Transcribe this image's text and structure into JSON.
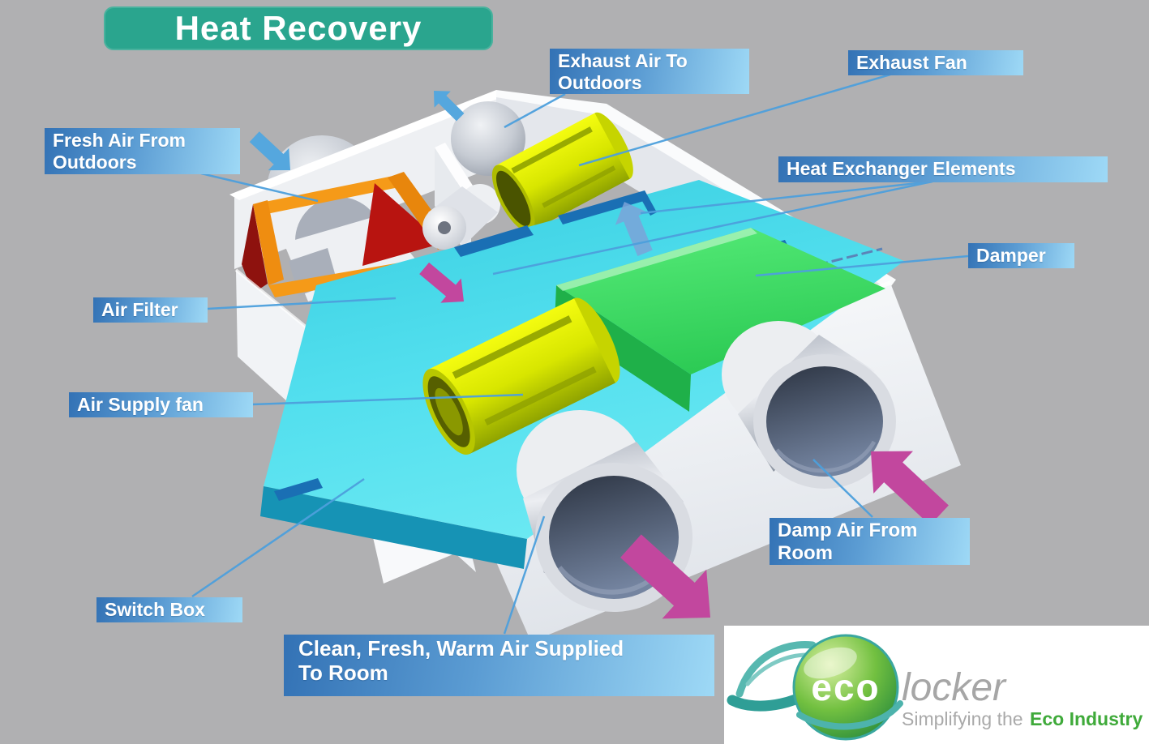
{
  "title": "Heat Recovery",
  "labels": {
    "exhaust_air": {
      "line1": "Exhaust Air To",
      "line2": "Outdoors"
    },
    "exhaust_fan": {
      "line1": "Exhaust Fan"
    },
    "fresh_air": {
      "line1": "Fresh Air From",
      "line2": "Outdoors"
    },
    "heat_exchanger": {
      "line1": "Heat Exchanger Elements"
    },
    "damper": {
      "line1": "Damper"
    },
    "air_filter": {
      "line1": "Air Filter"
    },
    "air_supply_fan": {
      "line1": "Air Supply fan"
    },
    "switch_box": {
      "line1": "Switch Box"
    },
    "clean_fresh": {
      "line1": "Clean, Fresh, Warm Air Supplied",
      "line2": "To Room"
    },
    "damp_air": {
      "line1": "Damp Air From",
      "line2": "Room"
    }
  },
  "logo": {
    "brand_first": "eco",
    "brand_second": "locker",
    "tagline_prefix": "Simplifying the ",
    "tagline_emphasis": "Eco Industry"
  },
  "colors": {
    "background": "#b0b0b2",
    "title_bg": "#2aa58e",
    "label_gradient_dark": "#3372b5",
    "label_gradient_light": "#9ed9f6",
    "leader_line": "#4da0dd",
    "arrow_blue": "#55a7de",
    "arrow_pink": "#c2479e",
    "fan_yellow": "#dbe800",
    "heat_exchanger_cyan": "#4cdcea",
    "damper_green": "#3ddf63",
    "filter_orange": "#f59a18",
    "filter_red": "#b81410",
    "logo_green": "#3faa3a"
  },
  "diagram_parts": [
    "fresh-air-intake-dome",
    "exhaust-outlet-dome",
    "air-filter",
    "exhaust-fan",
    "air-supply-fan",
    "heat-exchanger",
    "damper",
    "switch-box",
    "supply-duct",
    "return-duct"
  ]
}
